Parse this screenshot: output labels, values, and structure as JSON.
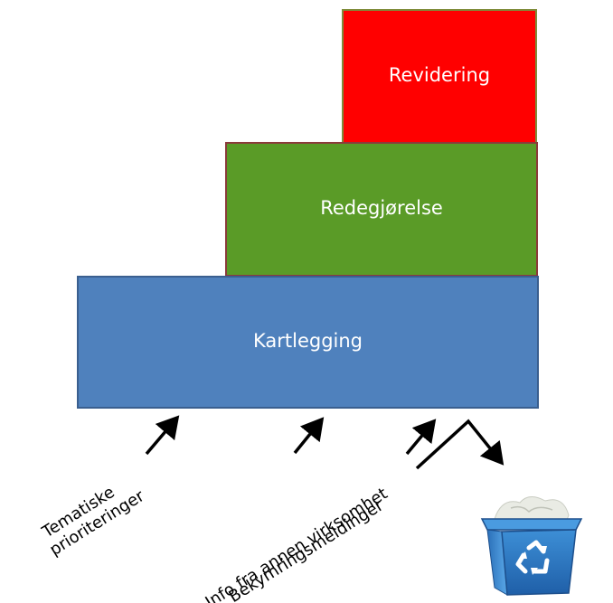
{
  "diagram": {
    "levels": [
      {
        "label": "Revidering",
        "color": "#ff0000"
      },
      {
        "label": "Redegjørelse",
        "color": "#5a9b27"
      },
      {
        "label": "Kartlegging",
        "color": "#4f81bd"
      }
    ],
    "inputs": {
      "tematiske_line1": "Tematiske",
      "tematiske_line2": "prioriteringer",
      "info": "Info fra annen virksomhet",
      "bekymringsmeldinger": "Bekymringsmeldinger"
    },
    "icons": {
      "bin": "recycle-bin-icon"
    }
  }
}
